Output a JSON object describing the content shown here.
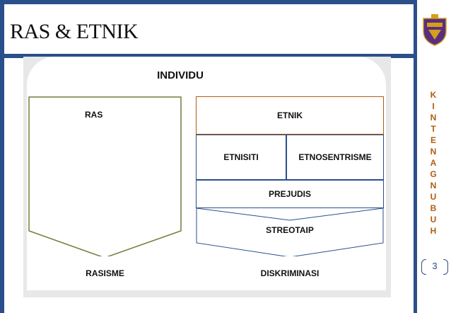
{
  "slide": {
    "title": "RAS & ETNIK",
    "side_label": "HUBUNGAN ETNIK",
    "page_number": "3"
  },
  "diagram": {
    "top": "INDIVIDU",
    "left_column": {
      "label": "RAS",
      "result": "RASISME"
    },
    "right_column": {
      "label": "ETNIK",
      "sub_left": "ETNISITI",
      "sub_right": "ETNOSENTRISME",
      "level_1": "PREJUDIS",
      "level_2": "STREOTAIP",
      "result": "DISKRIMINASI"
    }
  },
  "colors": {
    "frame": "#2b4f8a",
    "accent": "#b05d0f",
    "ras_outline": "#6b7f3a"
  },
  "icons": [
    "uitm-crest-icon"
  ]
}
